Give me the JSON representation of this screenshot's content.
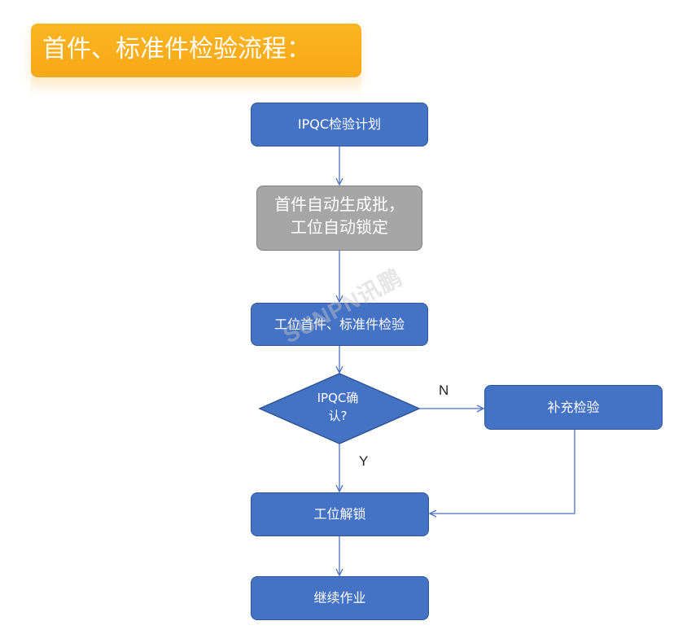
{
  "banner": {
    "title": "首件、标准件检验流程："
  },
  "nodes": {
    "plan": "IPQC检验计划",
    "auto_lock": "首件自动生成批，工位自动锁定",
    "inspect": "工位首件、标准件检验",
    "confirm": "IPQC确认?",
    "supplement": "补充检验",
    "unlock": "工位解锁",
    "continue": "继续作业"
  },
  "edges": {
    "no": "N",
    "yes": "Y"
  },
  "watermark": "SUNPN讯鹏",
  "colors": {
    "banner": "#f8a818",
    "process": "#4472c4",
    "process_border": "#2f5597",
    "auto": "#a6a6a6",
    "connector": "#4a72c4"
  }
}
